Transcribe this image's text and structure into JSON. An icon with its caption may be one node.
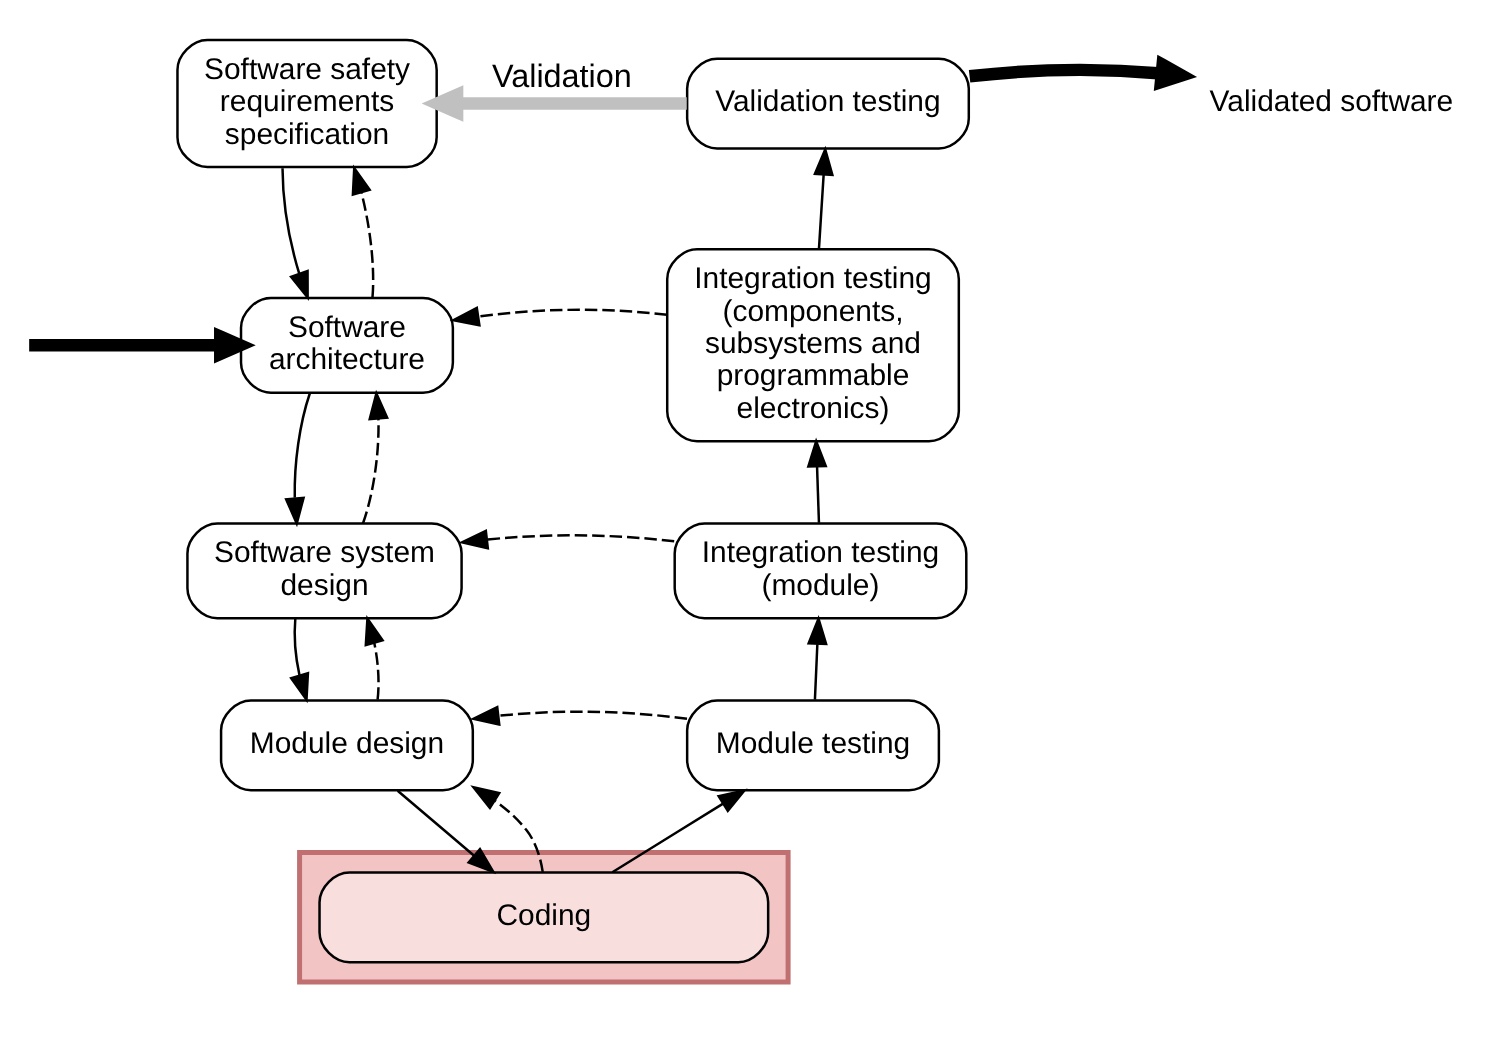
{
  "diagram": {
    "nodes": [
      {
        "text": [
          "Software safety requirements specification"
        ]
      },
      {
        "text": [
          "Validation testing"
        ]
      },
      {
        "text": [
          "Validated software"
        ]
      },
      {
        "text": [
          "Software architecture"
        ]
      },
      {
        "text": [
          "Integration testing (components, subsystems and programmable electronics)"
        ]
      },
      {
        "text": [
          "Software system design"
        ]
      },
      {
        "text": [
          "Integration testing (module)"
        ]
      },
      {
        "text": [
          "Module design"
        ]
      },
      {
        "text": [
          "Module testing"
        ]
      },
      {
        "text": [],
        "shape": "box"
      },
      {
        "text": [
          "Coding"
        ],
        "in": 9
      }
    ],
    "edges": [
      {
        "from": 1,
        "to": 0,
        "arrow": "to",
        "label": "Validation",
        "style": "thick",
        "color": "#c0c0c0"
      },
      {
        "from": 1,
        "to": 2,
        "arrow": "to",
        "style": "thick"
      },
      {
        "from": null,
        "to": 3,
        "arrow": "to",
        "style": "thick"
      },
      {
        "from": 0,
        "to": 3,
        "arrow": "to"
      },
      {
        "from": 3,
        "to": 0,
        "arrow": "to",
        "style": "dashed"
      },
      {
        "from": 3,
        "to": 5,
        "arrow": "to"
      },
      {
        "from": 5,
        "to": 3,
        "arrow": "to",
        "style": "dashed"
      },
      {
        "from": 4,
        "to": 3,
        "arrow": "to",
        "style": "dashed"
      },
      {
        "from": 5,
        "to": 7,
        "arrow": "to"
      },
      {
        "from": 7,
        "to": 5,
        "arrow": "to",
        "style": "dashed"
      },
      {
        "from": 6,
        "to": 5,
        "arrow": "to",
        "style": "dashed"
      },
      {
        "from": 7,
        "to": 10,
        "arrow": "to"
      },
      {
        "from": 10,
        "to": 7,
        "arrow": "to",
        "style": "dashed"
      },
      {
        "from": 8,
        "to": 7,
        "arrow": "to",
        "style": "dashed"
      },
      {
        "from": 10,
        "to": 8,
        "arrow": "to"
      },
      {
        "from": 8,
        "to": 6,
        "arrow": "to"
      },
      {
        "from": 6,
        "to": 4,
        "arrow": "to"
      },
      {
        "from": 4,
        "to": 1,
        "arrow": "to"
      }
    ]
  }
}
